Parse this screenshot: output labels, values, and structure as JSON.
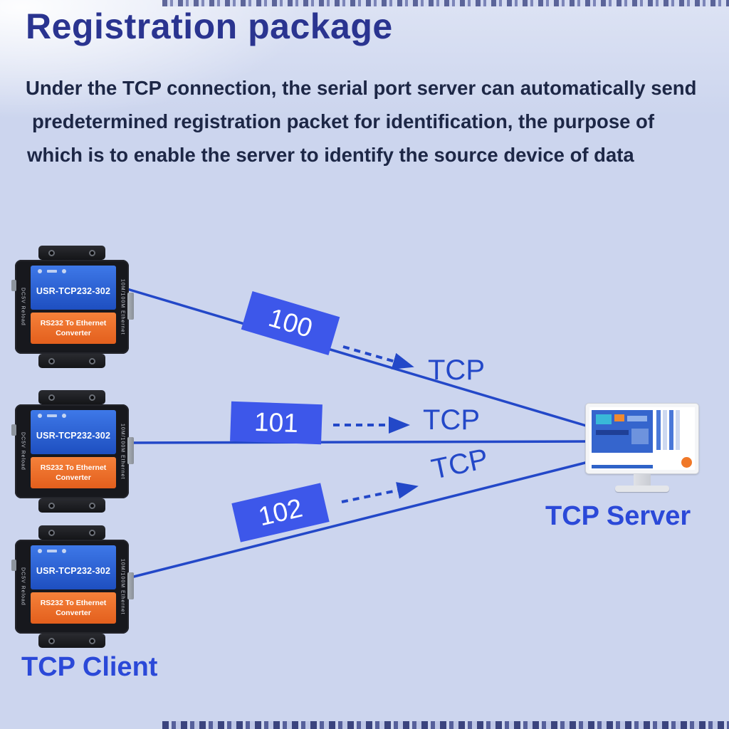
{
  "title": "Registration package",
  "description": {
    "line1": "Under the TCP connection, the serial port server can automatically send",
    "line2": "predetermined registration packet for identification, the purpose of",
    "line3": "which is to enable the server to identify the source device of data"
  },
  "client_label": "TCP Client",
  "server_label": "TCP Server",
  "devices": [
    {
      "model": "USR-TCP232-302",
      "product_line1": "RS232 To Ethernet",
      "product_line2": "Converter",
      "side_left": "DC5V Reload",
      "side_right": "10M/100M Ethernet"
    },
    {
      "model": "USR-TCP232-302",
      "product_line1": "RS232 To Ethernet",
      "product_line2": "Converter",
      "side_left": "DC5V Reload",
      "side_right": "10M/100M Ethernet"
    },
    {
      "model": "USR-TCP232-302",
      "product_line1": "RS232 To Ethernet",
      "product_line2": "Converter",
      "side_left": "DC5V Reload",
      "side_right": "10M/100M Ethernet"
    }
  ],
  "connections": [
    {
      "packet": "100",
      "protocol": "TCP"
    },
    {
      "packet": "101",
      "protocol": "TCP"
    },
    {
      "packet": "102",
      "protocol": "TCP"
    }
  ],
  "colors": {
    "background": "#ccd5ee",
    "accent_blue": "#2348c8",
    "packet_label_bg": "#3d57ea",
    "title_navy": "#2a3490",
    "body_navy": "#1d2746",
    "device_panel_blue": "#2360d8",
    "device_panel_orange": "#f26c2a"
  }
}
